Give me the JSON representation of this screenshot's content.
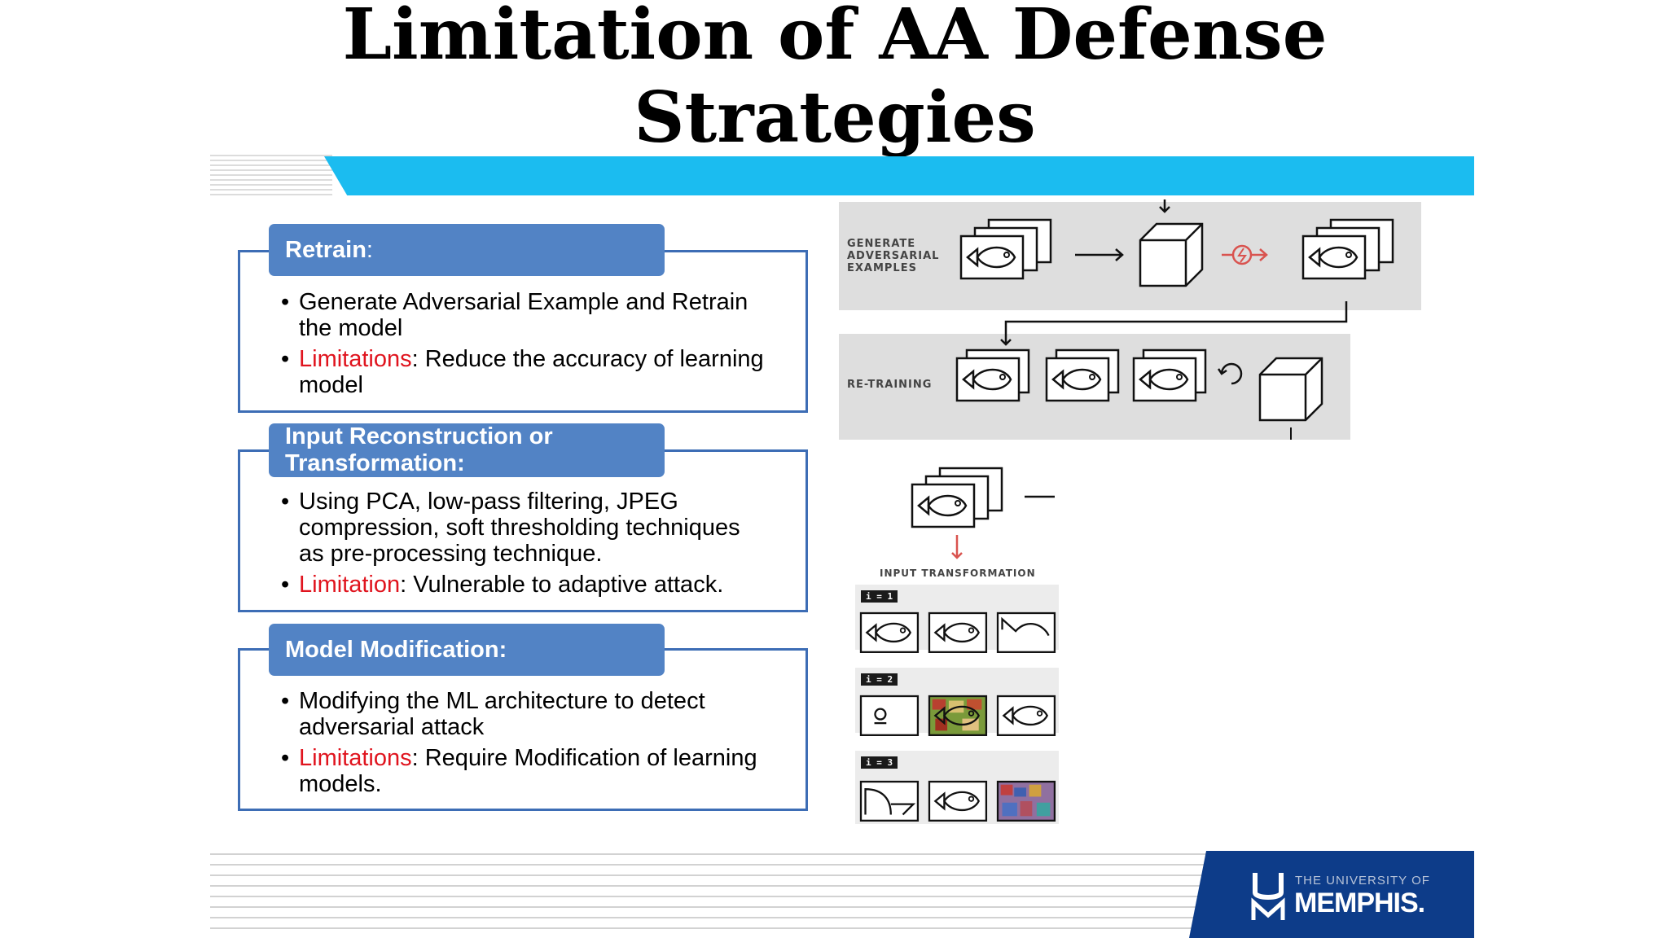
{
  "title": {
    "line1": "Limitation of AA Defense",
    "line2": "Strategies"
  },
  "sections": [
    {
      "header": "Retrain",
      "header_suffix": ":",
      "bullets": [
        {
          "text": "Generate Adversarial Example and Retrain the model"
        },
        {
          "label": "Limitations",
          "text": ": Reduce the accuracy of learning model"
        }
      ]
    },
    {
      "header": "Input Reconstruction or Transformation:",
      "header_suffix": "",
      "bullets": [
        {
          "text": "Using PCA, low-pass filtering, JPEG compression, soft thresholding techniques as pre-processing technique."
        },
        {
          "label": "Limitation",
          "text": ": Vulnerable to adaptive attack."
        }
      ]
    },
    {
      "header": "Model Modification:",
      "header_suffix": "",
      "bullets": [
        {
          "text": "Modifying the ML architecture to detect adversarial attack"
        },
        {
          "label": "Limitations",
          "text": ": Require Modification of learning models."
        }
      ]
    }
  ],
  "diagram": {
    "generate_label": [
      "GENERATE",
      "ADVERSARIAL",
      "EXAMPLES"
    ],
    "retraining_label": "RE-TRAINING",
    "input_transformation_label": "INPUT TRANSFORMATION",
    "iteration_tags": [
      "i = 1",
      "i = 2",
      "i = 3"
    ]
  },
  "logo": {
    "small_text": "THE UNIVERSITY OF",
    "big_text": "MEMPHIS.",
    "mark": "UM"
  },
  "colors": {
    "accent_bar": "#1bbcf0",
    "section_header": "#5283c5",
    "section_border": "#3d6db5",
    "limitation_text": "#e0141e",
    "logo_bg": "#0d3c89"
  }
}
